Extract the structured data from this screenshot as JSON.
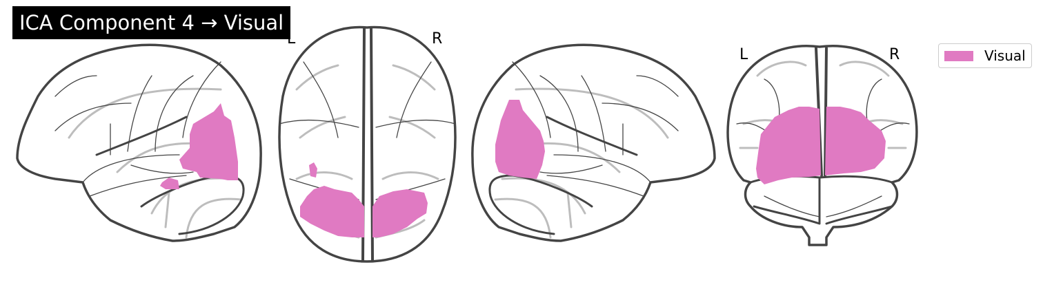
{
  "title": "ICA Component 4 → Visual",
  "colors": {
    "region": "#e07ac2",
    "outline": "#444444",
    "sulcus": "#bdbdbd",
    "title_bg": "#000000",
    "title_fg": "#ffffff"
  },
  "views": {
    "axial": {
      "left_label": "L",
      "right_label": "R"
    },
    "coronal": {
      "left_label": "L",
      "right_label": "R"
    }
  },
  "legend": {
    "label": "Visual"
  }
}
